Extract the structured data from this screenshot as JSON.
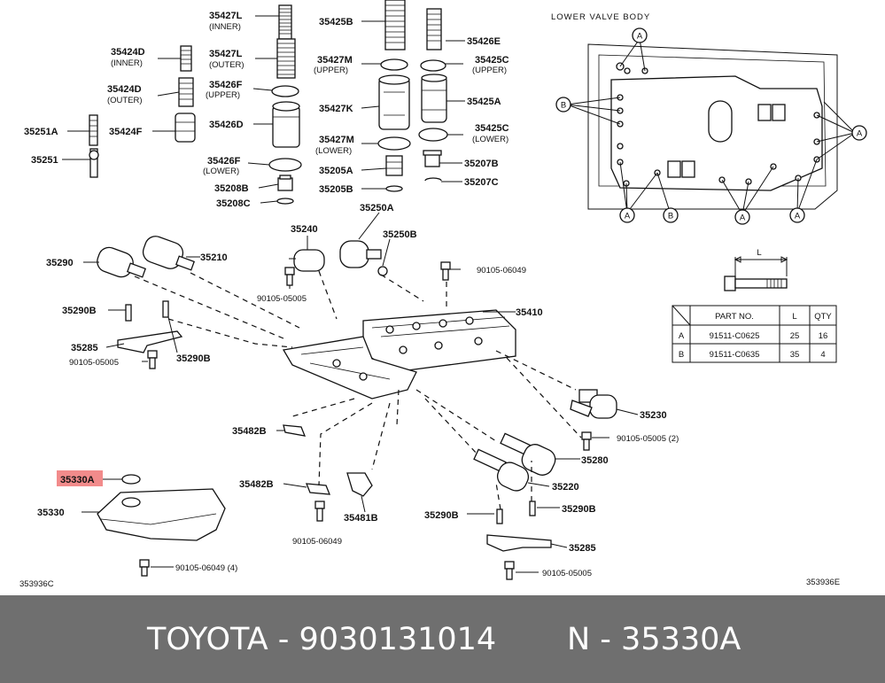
{
  "footer": {
    "brand_part": "TOYOTA - 9030131014",
    "ref": "N - 35330A"
  },
  "highlight_color": "#f28b8b",
  "lower_valve_body_title": "LOWER VALVE BODY",
  "callouts": {
    "p35427L_inner": "35427L",
    "p35427L_inner_sub": "(INNER)",
    "p35427L_outer": "35427L",
    "p35427L_outer_sub": "(OUTER)",
    "p35424D_inner": "35424D",
    "p35424D_inner_sub": "(INNER)",
    "p35424D_outer": "35424D",
    "p35424D_outer_sub": "(OUTER)",
    "p35426F_upper": "35426F",
    "p35426F_upper_sub": "(UPPER)",
    "p35251A": "35251A",
    "p35424F": "35424F",
    "p35426D": "35426D",
    "p35251": "35251",
    "p35426F_lower": "35426F",
    "p35426F_lower_sub": "(LOWER)",
    "p35208B": "35208B",
    "p35208C": "35208C",
    "p35425B": "35425B",
    "p35427M_upper": "35427M",
    "p35427M_upper_sub": "(UPPER)",
    "p35427K": "35427K",
    "p35427M_lower": "35427M",
    "p35427M_lower_sub": "(LOWER)",
    "p35205A": "35205A",
    "p35205B": "35205B",
    "p35426E": "35426E",
    "p35425C_upper": "35425C",
    "p35425C_upper_sub": "(UPPER)",
    "p35425A": "35425A",
    "p35425C_lower": "35425C",
    "p35425C_lower_sub": "(LOWER)",
    "p35207B": "35207B",
    "p35207C": "35207C",
    "p35250A": "35250A",
    "p35240": "35240",
    "p35250B": "35250B",
    "p35290": "35290",
    "p35210": "35210",
    "p90105_06049_a": "90105-06049",
    "p90105_05005_a": "90105-05005",
    "p35410": "35410",
    "p35290B_a": "35290B",
    "p35285_a": "35285",
    "p90105_05005_b": "90105-05005",
    "p35290B_b": "35290B",
    "p35230": "35230",
    "p90105_05005_2": "90105-05005 (2)",
    "p35482B_a": "35482B",
    "p35280": "35280",
    "p35330A": "35330A",
    "p35482B_b": "35482B",
    "p35220": "35220",
    "p35330": "35330",
    "p35481B": "35481B",
    "p35290B_c": "35290B",
    "p35290B_d": "35290B",
    "p90105_06049_b": "90105-06049",
    "p35285_b": "35285",
    "p90105_06049_4": "90105-06049 (4)",
    "p90105_05005_c": "90105-05005",
    "code_left": "353936C",
    "code_right": "353936E",
    "bolt_L": "L"
  },
  "bolt_letters": {
    "A": "A",
    "B": "B"
  },
  "parts_table": {
    "headers": [
      "PART NO.",
      "L",
      "QTY"
    ],
    "rows": [
      {
        "key": "A",
        "part_no": "91511-C0625",
        "l": "25",
        "qty": "16"
      },
      {
        "key": "B",
        "part_no": "91511-C0635",
        "l": "35",
        "qty": "4"
      }
    ]
  }
}
